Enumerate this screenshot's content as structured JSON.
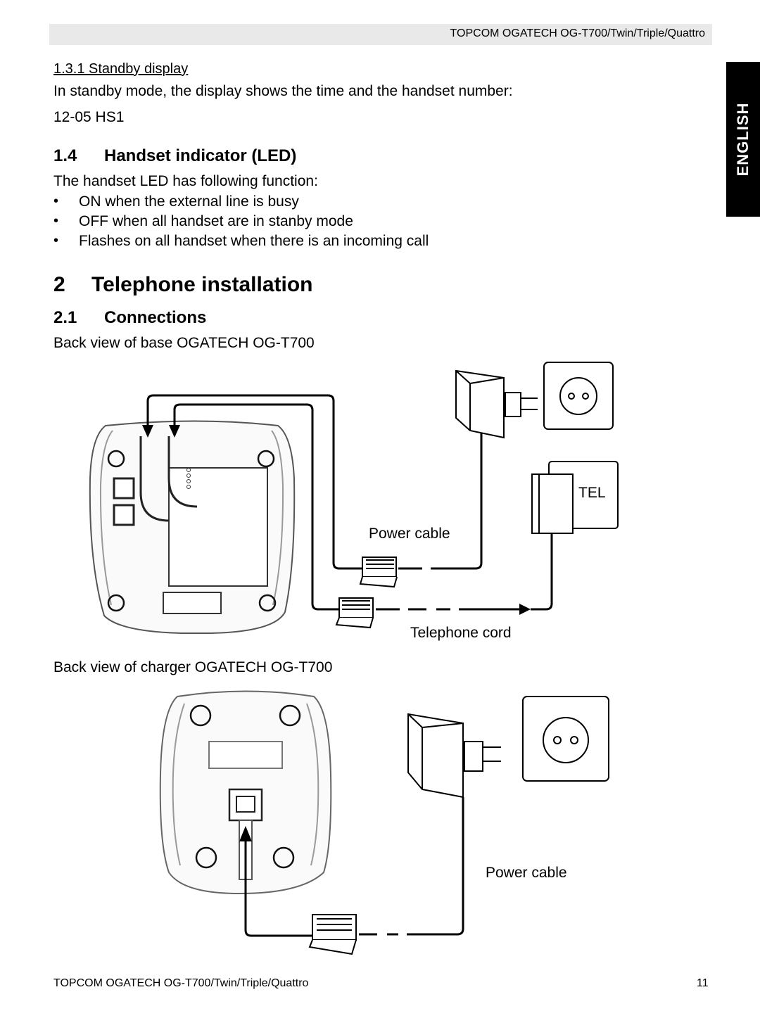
{
  "header": {
    "running_title": "TOPCOM OGATECH OG-T700/Twin/Triple/Quattro"
  },
  "side_tab": {
    "label": "ENGLISH"
  },
  "standby": {
    "heading": "1.3.1 Standby display",
    "text": "In standby mode, the display shows the time and the handset number:",
    "example": "12-05 HS1"
  },
  "led": {
    "number": "1.4",
    "title": "Handset indicator (LED)",
    "intro": "The handset LED has following function:",
    "bullets": [
      "ON when the external line is busy",
      "OFF when all handset are in stanby mode",
      "Flashes on all handset when there is an incoming call"
    ]
  },
  "chapter": {
    "number": "2",
    "title": "Telephone installation"
  },
  "connections": {
    "number": "2.1",
    "title": "Connections",
    "base_caption": "Back view of base OGATECH OG-T700",
    "charger_caption": "Back view of charger OGATECH OG-T700"
  },
  "diagram_labels": {
    "tel": "TEL",
    "power_cable_1": "Power cable",
    "telephone_cord": "Telephone cord",
    "power_cable_2": "Power cable"
  },
  "footer": {
    "left": "TOPCOM OGATECH OG-T700/Twin/Triple/Quattro",
    "page": "11"
  }
}
